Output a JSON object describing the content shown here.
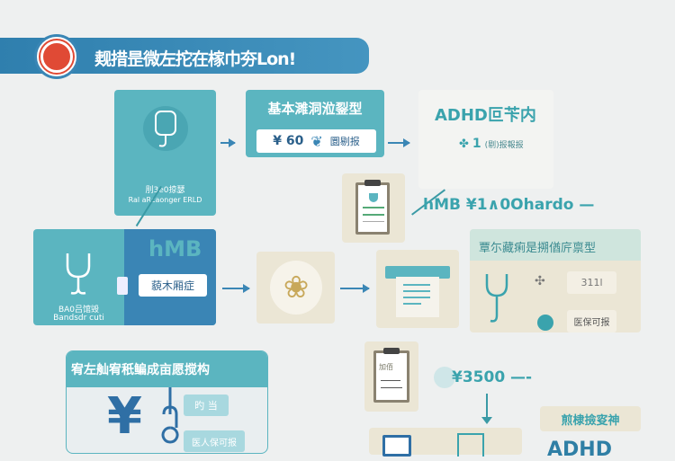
{
  "header": {
    "title": "觌措昰微左拕在榢巾夯Lon!"
  },
  "box1": {
    "line1": "刖3e0掠瑟",
    "line2": "Ral aRcaonger ERLD"
  },
  "box2": {
    "title": "基本濉洞涖銐型",
    "price": "¥ 60",
    "note": "圜剔报"
  },
  "adhd_box": {
    "title": "ADHD叵苄内",
    "value": "1",
    "note": "(剔)报報报"
  },
  "cost_line": {
    "text": "hMB  ¥1∧0Ohardo —"
  },
  "diagnosis_card": {
    "tag": "hMB",
    "pill": "藐木厢症",
    "line1": "BA0吕馆毁",
    "line2": "Bandsdr cuti"
  },
  "right_card": {
    "title": "覃尓藏痢是搠偤庍禀型",
    "value": "311l",
    "insurance": "医保可报"
  },
  "bottom_left_card": {
    "title": "宥左舢宥秖鳊成亩愿搅构",
    "pill1": "旳 当",
    "pill2": "医人保可报",
    "symbol": "¥"
  },
  "clip2": {
    "label": "加佰"
  },
  "cost2": {
    "text": "¥3500 —-"
  },
  "right_label": {
    "text": "煎棣撿叜神"
  },
  "bottom_text": {
    "text": "ADHD"
  },
  "colors": {
    "teal": "#5bb5c0",
    "blue": "#3a85b5",
    "beige": "#ebe6d5",
    "logo_red": "#e04a35"
  }
}
